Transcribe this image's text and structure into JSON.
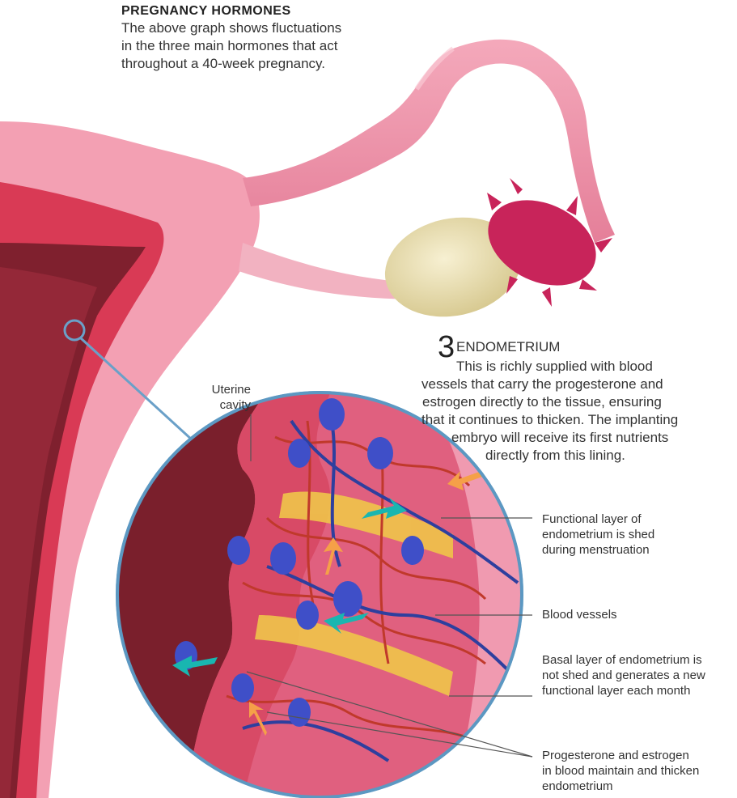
{
  "intro": {
    "title": "PREGNANCY HORMONES",
    "lines": [
      "The above graph shows fluctuations",
      "in the three main hormones that act",
      "throughout a 40-week pregnancy."
    ]
  },
  "endometrium": {
    "number": "3",
    "title": "ENDOMETRIUM",
    "lines": [
      "This is richly supplied with blood",
      "vessels that carry the progesterone and",
      "estrogen directly to the tissue, ensuring",
      "that it continues to thicken. The implanting",
      "embryo will receive its first nutrients",
      "directly from this lining."
    ]
  },
  "labels": {
    "uterine_cavity": [
      "Uterine",
      "cavity"
    ],
    "functional_layer": [
      "Functional layer of",
      "endometrium is shed",
      "during menstruation"
    ],
    "blood_vessels": [
      "Blood vessels"
    ],
    "basal_layer": [
      "Basal layer of endometrium is",
      "not shed and generates a new",
      "functional layer each month"
    ],
    "hormones": [
      "Progesterone and estrogen",
      "in blood maintain and thicken",
      "endometrium"
    ]
  },
  "colors": {
    "uterus_pink": "#ef8fa6",
    "uterus_light": "#f6b5c4",
    "wall_red": "#d93a55",
    "cavity_dark": "#7a1f2c",
    "ovary": "#e9dfb4",
    "fimbriae": "#c8245a",
    "vessel_red": "#c0392b",
    "vein_blue": "#2e3f9e",
    "fat_yellow": "#f0c54a",
    "arrow_teal": "#19b6b0",
    "arrow_orange": "#f5a048",
    "leader_line": "#555555"
  }
}
